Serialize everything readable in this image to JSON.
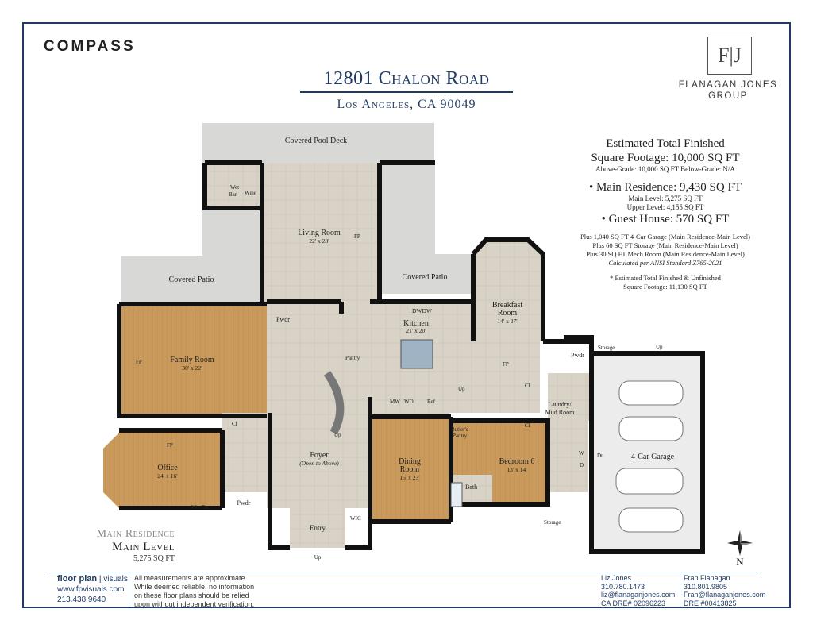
{
  "brand": {
    "compass": "COMPASS",
    "fj_monogram": "F|J",
    "fj_line1": "FLANAGAN JONES",
    "fj_line2": "GROUP"
  },
  "property": {
    "address": "12801 Chalon Road",
    "city": "Los Angeles, CA 90049"
  },
  "stats": {
    "total_line1": "Estimated Total Finished",
    "total_line2": "Square Footage: 10,000 SQ FT",
    "grades": "Above-Grade: 10,000 SQ FT   Below-Grade: N/A",
    "main_residence": "• Main Residence: 9,430 SQ FT",
    "main_level": "Main Level: 5,275 SQ FT",
    "upper_level": "Upper Level: 4,155 SQ FT",
    "guest_house": "• Guest House: 570 SQ FT",
    "plus1": "Plus 1,040 SQ FT 4-Car Garage (Main Residence-Main Level)",
    "plus2": "Plus 60 SQ FT Storage (Main Residence-Main Level)",
    "plus3": "Plus 30 SQ FT Mech Room (Main Residence-Main Level)",
    "ansi": "Calculated per ANSI Standard Z765-2021",
    "unfinished1": "* Estimated Total Finished & Unfinished",
    "unfinished2": "Square Footage: 11,130 SQ FT"
  },
  "level": {
    "line1": "Main Residence",
    "line2": "Main Level",
    "sqft": "5,275 SQ FT"
  },
  "rooms": {
    "covered_pool_deck": "Covered Pool Deck",
    "wet_bar_top": "Wet",
    "wet_bar_bottom": "Bar",
    "wine": "Wine",
    "living_room": "Living Room",
    "living_room_dim": "22' x 28'",
    "fp": "FP",
    "covered_patio_left": "Covered Patio",
    "covered_patio_right": "Covered Patio",
    "breakfast_room": "Breakfast",
    "breakfast_room2": "Room",
    "breakfast_dim": "14' x 27'",
    "pwdr": "Pwdr",
    "dwdw": "DWDW",
    "kitchen": "Kitchen",
    "kitchen_dim": "21' x 20'",
    "storage": "Storage",
    "up": "Up",
    "family_room": "Family Room",
    "family_dim": "30' x 22'",
    "pantry": "Pantry",
    "cl": "Cl",
    "laundry1": "Laundry/",
    "laundry2": "Mud Room",
    "mw": "MW",
    "wo": "WO",
    "ref": "Ref",
    "butlers1": "Butler's",
    "butlers2": "Pantry",
    "office": "Office",
    "office_dim": "24' x 16'",
    "foyer": "Foyer",
    "foyer_note": "(Open to Above)",
    "dining1": "Dining",
    "dining2": "Room",
    "dining_dim": "15' x 23'",
    "bedroom6": "Bedroom 6",
    "bedroom6_dim": "13' x 14'",
    "bath": "Bath",
    "garage": "4-Car Garage",
    "dn": "Dn",
    "w": "W",
    "d": "D",
    "wet_bar_office": "Wet Bar",
    "wic": "WIC",
    "entry": "Entry"
  },
  "footer": {
    "fp_brand": "floor plan",
    "fp_brand2": "| visuals",
    "fp_url": "www.fpvisuals.com",
    "fp_phone": "213.438.9640",
    "disc1": "All measurements are approximate.",
    "disc2": "While deemed reliable, no information",
    "disc3": "on these floor plans should be relied",
    "disc4": "upon without independent verification.",
    "a1_name": "Liz Jones",
    "a1_phone": "310.780.1473",
    "a1_email": "liz@flanaganjones.com",
    "a1_dre": "CA DRE# 02096223",
    "a2_name": "Fran Flanagan",
    "a2_phone": "310.801.9805",
    "a2_email": "Fran@flanaganjones.com",
    "a2_dre": "DRE #00413825"
  },
  "compass_rose": {
    "north": "N"
  },
  "colors": {
    "navy": "#1f3a63",
    "wood": "#c99a5c",
    "stone": "#dcd6cc",
    "patio": "#d6d6d4",
    "wall": "#111111"
  }
}
